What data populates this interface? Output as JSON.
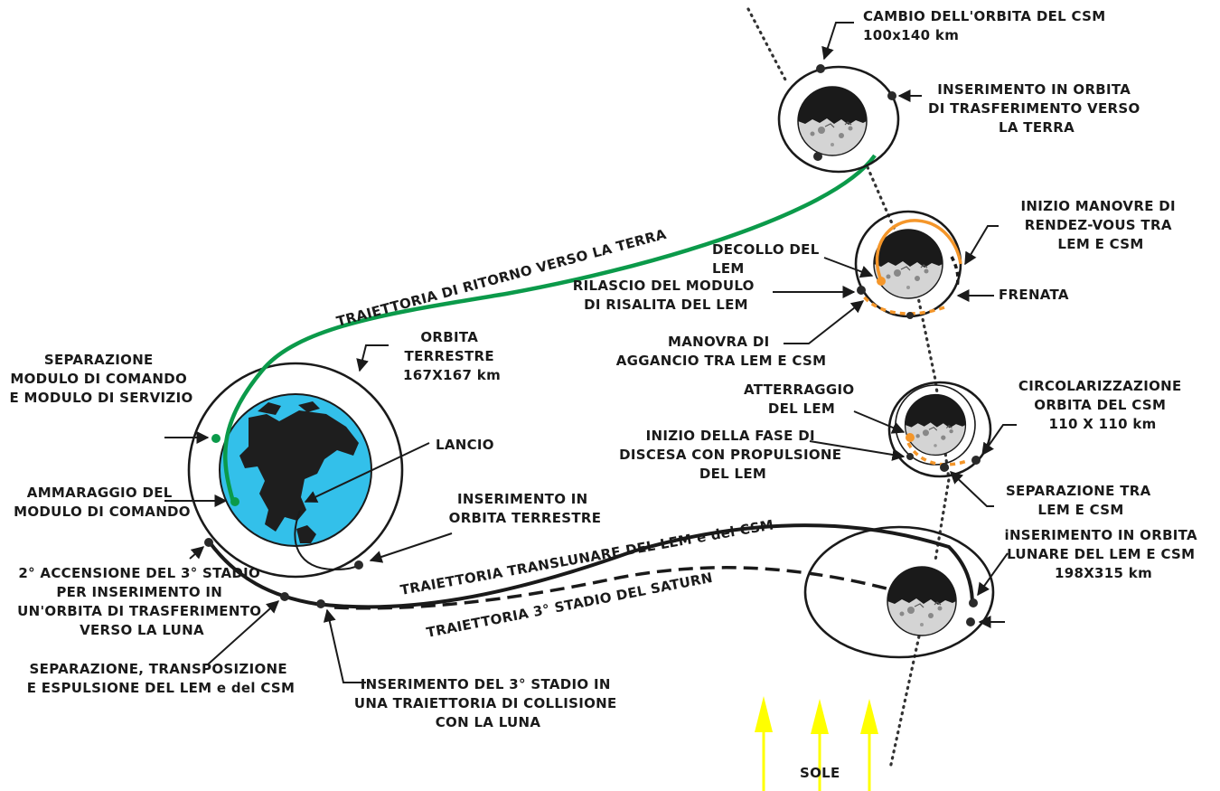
{
  "colors": {
    "return_trajectory": "#0b9a4a",
    "earth_ocean": "#33c0ea",
    "earth_land": "#1e1e1e",
    "lem_path": "#f4962a",
    "sun_arrows": "#ffff00",
    "moon_shadow": "#1a1a1a",
    "moon_lit": "#d4d4d4"
  },
  "icons": [
    "earth",
    "moon",
    "sun-arrow",
    "pointer-arrow"
  ],
  "trajectories": {
    "return": "TRAIETTORIA DI RITORNO VERSO LA TERRA",
    "translunar": "TRAIETTORIA TRANSLUNARE DEL LEM e del CSM",
    "saturn": "TRAIETTORIA 3° STADIO DEL SATURN"
  },
  "labels": {
    "cambio_orbita": [
      "CAMBIO DELL'ORBITA DEL CSM",
      "100x140 km"
    ],
    "inserimento_terra": [
      "INSERIMENTO IN ORBITA",
      "DI TRASFERIMENTO VERSO",
      "LA TERRA"
    ],
    "inizio_manovre": [
      "INIZIO MANOVRE DI",
      "RENDEZ-VOUS TRA",
      "LEM E CSM"
    ],
    "decollo": [
      "DECOLLO DEL",
      "LEM"
    ],
    "rilascio": [
      "RILASCIO DEL MODULO",
      "DI RISALITA DEL LEM"
    ],
    "frenata": [
      "FRENATA"
    ],
    "manovra_aggancio": [
      "MANOVRA DI",
      "AGGANCIO TRA LEM E CSM"
    ],
    "separazione_cm_sm": [
      "SEPARAZIONE",
      "MODULO DI COMANDO",
      "E MODULO DI SERVIZIO"
    ],
    "orbita_terrestre": [
      "ORBITA",
      "TERRESTRE",
      "167X167 km"
    ],
    "atterraggio": [
      "ATTERRAGGIO",
      "DEL LEM"
    ],
    "circolarizzazione": [
      "CIRCOLARIZZAZIONE",
      "ORBITA DEL CSM",
      "110 X 110 km"
    ],
    "lancio": [
      "LANCIO"
    ],
    "inizio_discesa": [
      "INIZIO DELLA FASE DI",
      "DISCESA CON PROPULSIONE",
      "DEL LEM"
    ],
    "ammaraggio": [
      "AMMARAGGIO DEL",
      "MODULO DI COMANDO"
    ],
    "inserimento_orbita_terrestre": [
      "INSERIMENTO IN",
      "ORBITA TERRESTRE"
    ],
    "separazione_lem_csm": [
      "SEPARAZIONE TRA",
      "LEM E CSM"
    ],
    "inserimento_lunare": [
      "iNSERIMENTO IN ORBITA",
      "LUNARE DEL LEM E CSM",
      "198X315 km"
    ],
    "seconda_accensione": [
      "2° ACCENSIONE DEL 3° STADIO",
      "PER INSERIMENTO IN",
      "UN'ORBITA DI TRASFERIMENTO",
      "VERSO LA LUNA"
    ],
    "separazione_trasposizione": [
      "SEPARAZIONE, TRANSPOSIZIONE",
      "E ESPULSIONE DEL LEM e del CSM"
    ],
    "inserimento_collisione": [
      "INSERIMENTO DEL 3° STADIO IN",
      "UNA TRAIETTORIA DI COLLISIONE",
      "CON LA LUNA"
    ],
    "sole": [
      "SOLE"
    ]
  }
}
